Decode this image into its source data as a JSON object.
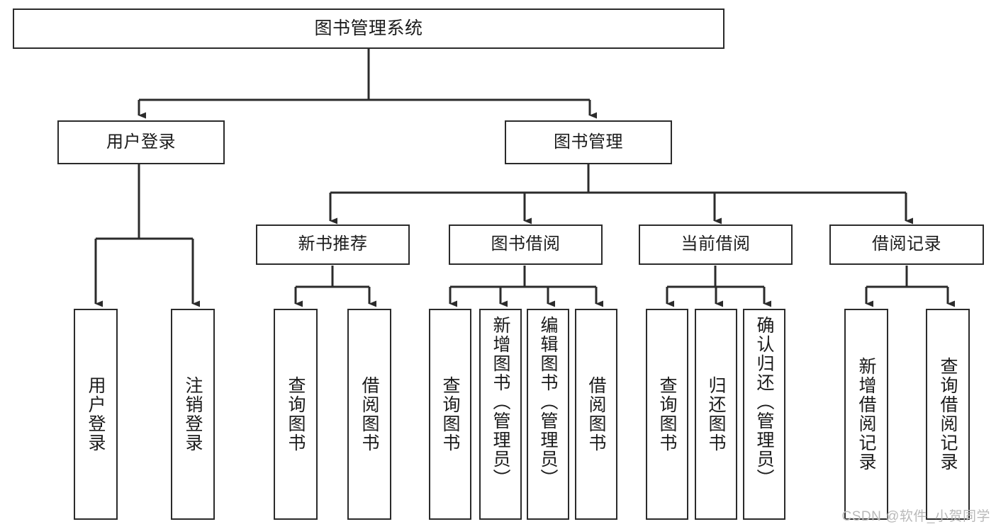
{
  "diagram": {
    "type": "tree-hierarchy",
    "title": "图书管理系统",
    "watermark": "CSDN @软件_小贺同学",
    "colors": {
      "box_border": "#2b2b2b",
      "box_fill": "#ffffff",
      "edge": "#2b2b2b",
      "text": "#1b1b1b",
      "watermark": "#b9b9b9",
      "background": "#ffffff"
    },
    "root": {
      "id": "root",
      "label": "图书管理系统"
    },
    "level2": [
      {
        "id": "user-login",
        "label": "用户登录"
      },
      {
        "id": "book-manage",
        "label": "图书管理"
      }
    ],
    "level3": [
      {
        "id": "new-book-rec",
        "label": "新书推荐"
      },
      {
        "id": "book-borrow",
        "label": "图书借阅"
      },
      {
        "id": "current-borrow",
        "label": "当前借阅"
      },
      {
        "id": "borrow-record",
        "label": "借阅记录"
      }
    ],
    "leaves": {
      "user_login": [
        {
          "id": "leaf-user-login",
          "label": "用户登录"
        },
        {
          "id": "leaf-logout-login",
          "label": "注销登录"
        }
      ],
      "new_book_rec": [
        {
          "id": "leaf-query-book-1",
          "label": "查询图书"
        },
        {
          "id": "leaf-borrow-book-1",
          "label": "借阅图书"
        }
      ],
      "book_borrow": [
        {
          "id": "leaf-query-book-2",
          "label": "查询图书"
        },
        {
          "id": "leaf-add-book",
          "label": "新增图书（管理员）"
        },
        {
          "id": "leaf-edit-book",
          "label": "编辑图书（管理员）"
        },
        {
          "id": "leaf-borrow-book-2",
          "label": "借阅图书"
        }
      ],
      "current_borrow": [
        {
          "id": "leaf-query-book-3",
          "label": "查询图书"
        },
        {
          "id": "leaf-return-book",
          "label": "归还图书"
        },
        {
          "id": "leaf-confirm-return",
          "label": "确认归还（管理员）"
        }
      ],
      "borrow_record": [
        {
          "id": "leaf-add-record",
          "label": "新增借阅记录"
        },
        {
          "id": "leaf-query-record",
          "label": "查询借阅记录"
        }
      ]
    }
  }
}
